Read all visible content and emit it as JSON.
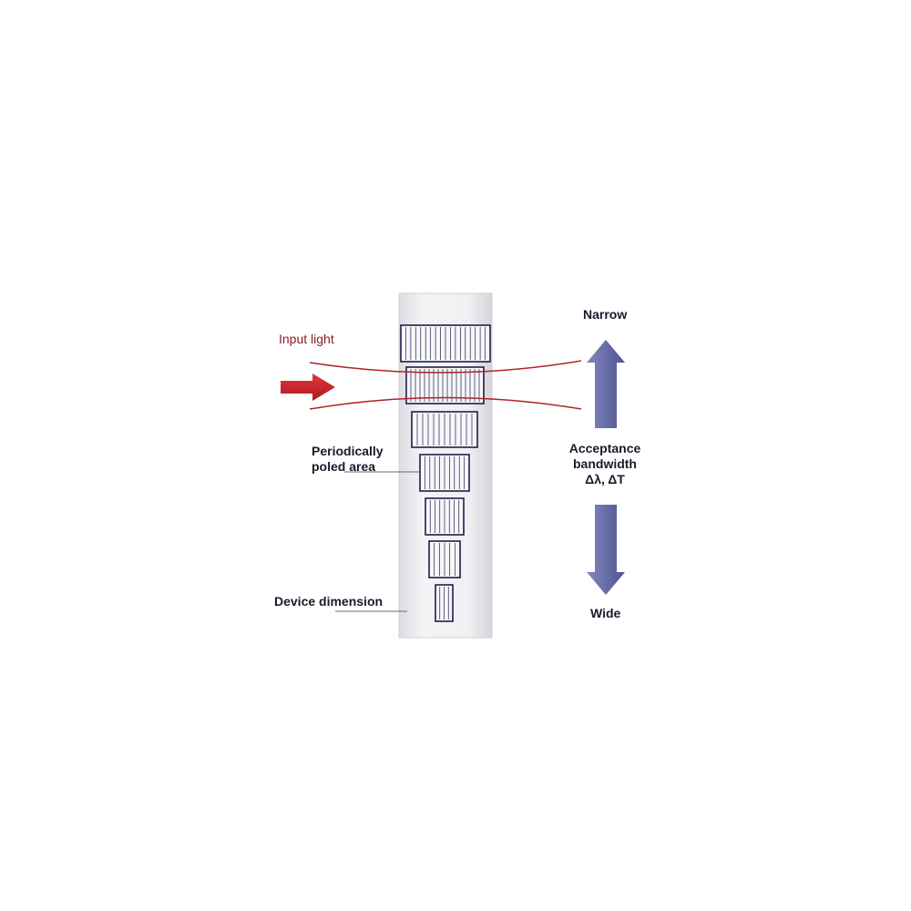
{
  "labels": {
    "input_light": "Input light",
    "poled_area_line1": "Periodically",
    "poled_area_line2": "poled area",
    "device_dimension": "Device dimension",
    "narrow": "Narrow",
    "wide": "Wide",
    "bandwidth_line1": "Acceptance",
    "bandwidth_line2": "bandwidth",
    "bandwidth_line3": "Δλ, ΔT"
  },
  "colors": {
    "input_arrow": "#c8202a",
    "beam": "#b0222a",
    "bandwidth_arrow": "#6b6fa6",
    "grating_stroke": "#1c1f4a",
    "slab_fill": "#ececf0"
  },
  "icons": {
    "input_arrow": "right-arrow-icon",
    "narrow_arrow": "up-arrow-icon",
    "wide_arrow": "down-arrow-icon"
  },
  "gratings": [
    {
      "stripes": 18
    },
    {
      "stripes": 17
    },
    {
      "stripes": 12
    },
    {
      "stripes": 10
    },
    {
      "stripes": 8
    },
    {
      "stripes": 6
    },
    {
      "stripes": 4
    }
  ]
}
